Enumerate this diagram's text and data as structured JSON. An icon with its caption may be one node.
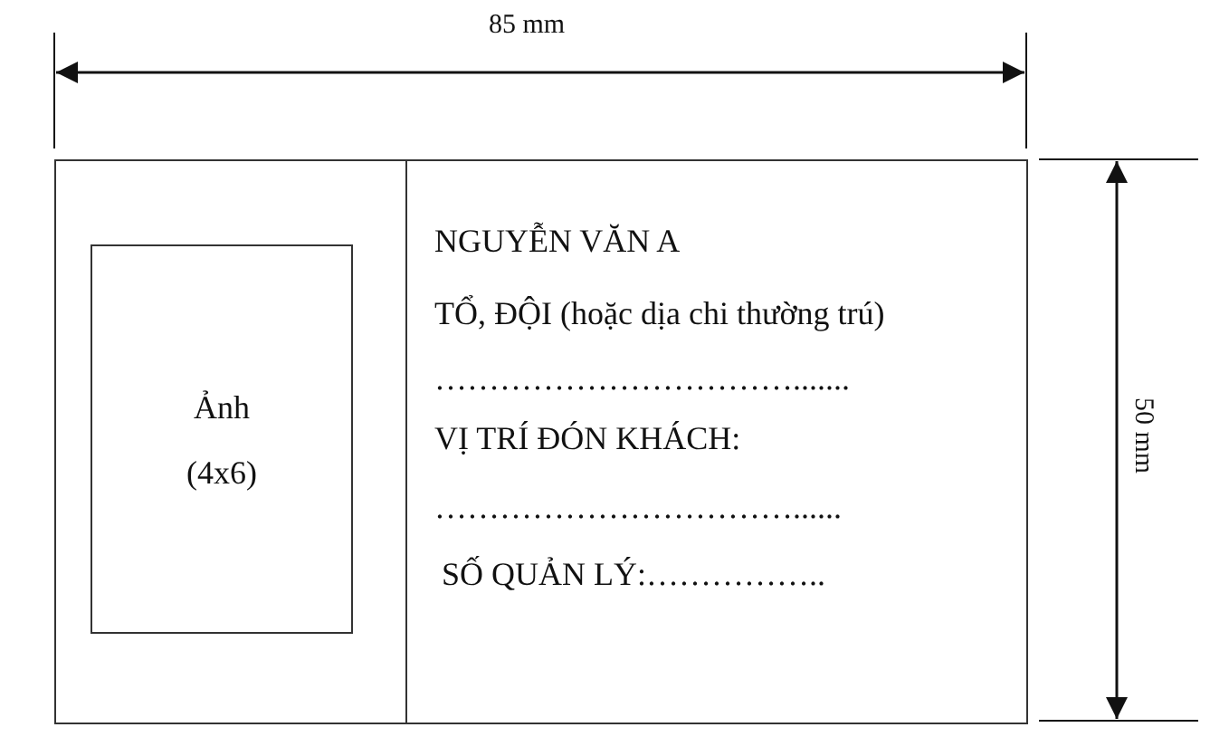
{
  "diagram": {
    "nodes": [
      {
        "text": [],
        "shape": "box"
      },
      {
        "text": [
          "Ảnh (4x6)"
        ],
        "in": 0
      },
      {
        "text": [
          "NGUYỄN VĂN A",
          "TỔ, ĐỘI (hoặc dịa chi thường trú)",
          "…………………………….......",
          "VỊ TRÍ ĐÓN KHÁCH:",
          "……………………………......",
          "SỐ QUẢN LÝ:…………….."
        ],
        "in": 0
      }
    ],
    "edges": [],
    "labels": [
      "85 mm",
      "50 mm"
    ]
  }
}
